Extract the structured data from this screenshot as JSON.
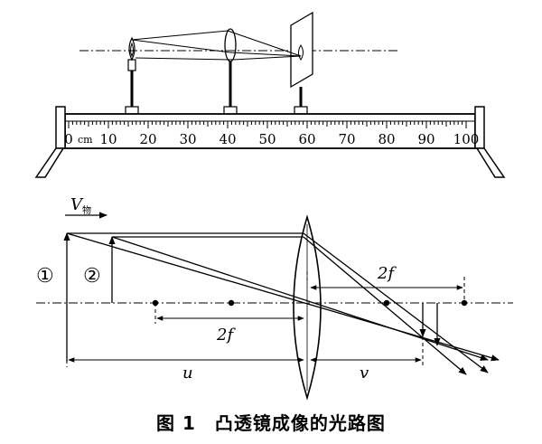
{
  "caption": "图 1　凸透镜成像的光路图",
  "bench": {
    "unit": "cm",
    "labels": [
      "0",
      "10",
      "20",
      "30",
      "40",
      "50",
      "60",
      "70",
      "80",
      "90",
      "100"
    ]
  },
  "diagram": {
    "velocity_label": "V",
    "velocity_subscript": "物",
    "object1_label": "①",
    "object2_label": "②",
    "two_f_right": "2f",
    "two_f_left": "2f",
    "u_label": "u",
    "v_label": "v"
  }
}
